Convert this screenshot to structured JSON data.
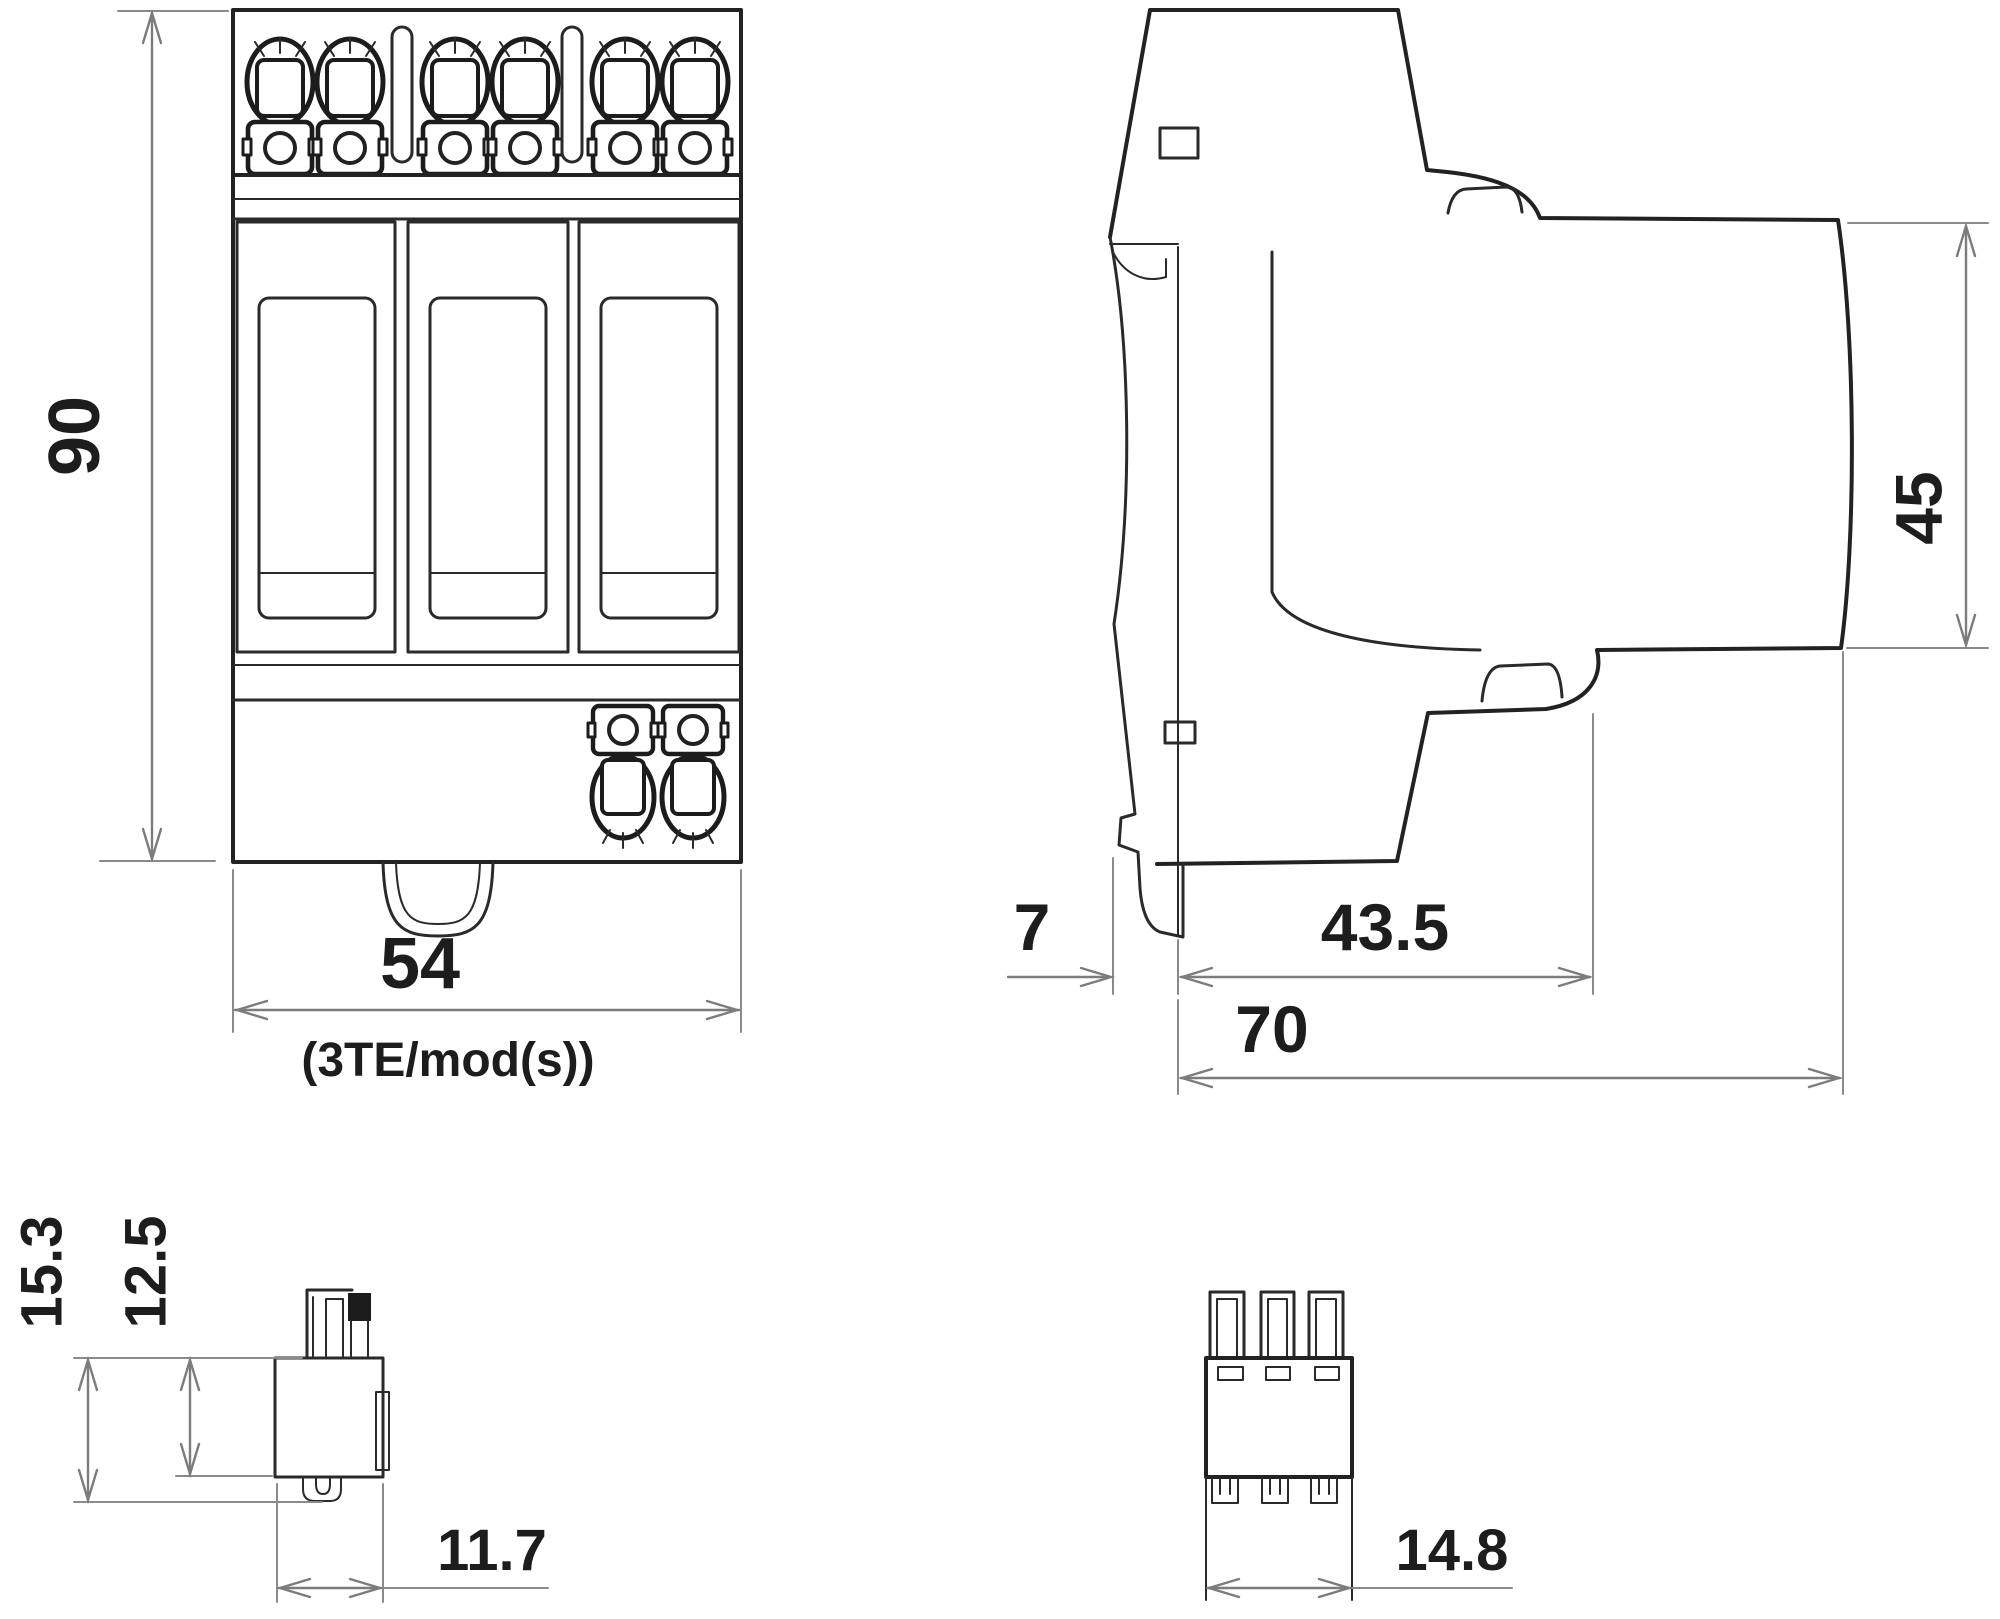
{
  "drawing": {
    "type": "dimensional-drawing",
    "colors": {
      "outline": "#2a2a2a",
      "dimension_lines": "#7c7c7c",
      "text": "#1d1d1d",
      "background": "#ffffff"
    },
    "views": {
      "front": {
        "height_label": "90",
        "width_label": "54",
        "width_note_label": "(3TE/mod(s))"
      },
      "side": {
        "height_label": "45",
        "rail_offset_label": "7",
        "front_depth_label": "43.5",
        "total_depth_label": "70"
      },
      "release_lever": {
        "total_height_label": "15.3",
        "body_height_label": "12.5",
        "width_label": "11.7"
      },
      "plug_connector": {
        "width_label": "14.8"
      }
    }
  }
}
